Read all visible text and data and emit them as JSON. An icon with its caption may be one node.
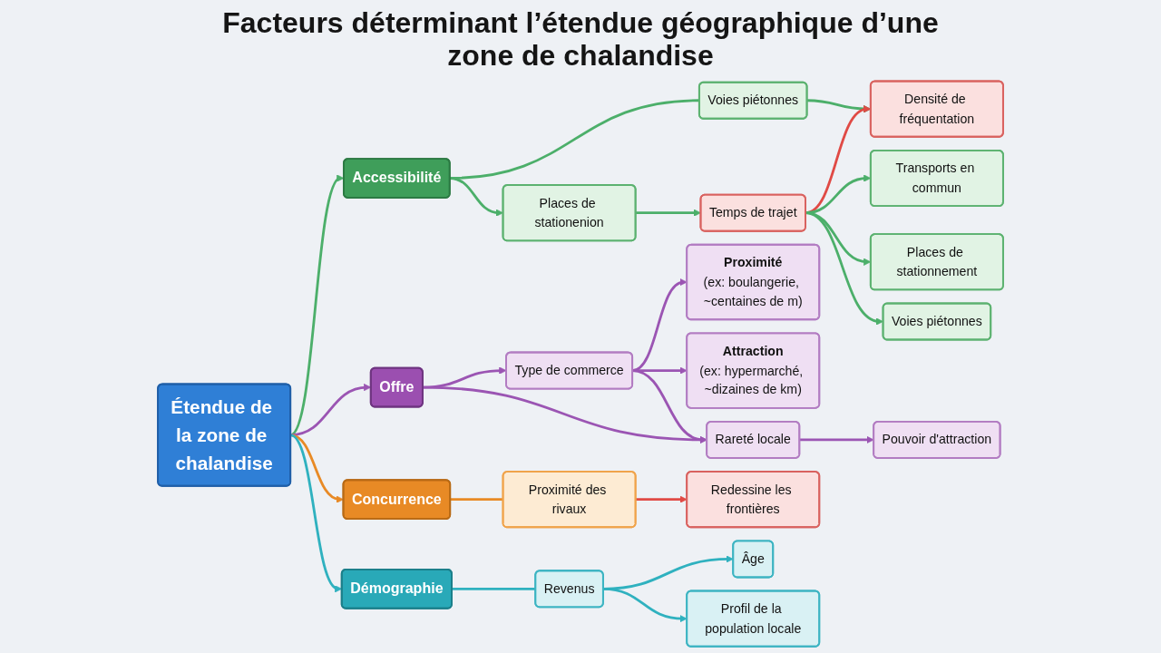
{
  "diagram": {
    "title": "Facteurs déterminant l’étendue géographique d’une zone de chalandise",
    "nodes": [
      {
        "text": [
          "Accessibilité"
        ]
      },
      {
        "text": [
          "Offre"
        ]
      },
      {
        "text": [
          "Transports en commun"
        ]
      },
      {
        "text": [
          "Places de stationenion"
        ]
      },
      {
        "text": [
          "Voies piétonnes"
        ]
      },
      {
        "text": [
          "Type de commerce"
        ]
      },
      {
        "text": [
          "Proximité",
          "(ex: boulangerie, ~centaines de m)"
        ]
      },
      {
        "text": [
          "Attraction",
          "(ex: hypermarché, ~dizaines de km)"
        ]
      },
      {
        "text": [
          "Places de stationnement"
        ]
      },
      {
        "text": [
          "Temps de trajet"
        ]
      },
      {
        "text": [
          "Densité de fréquentation"
        ]
      },
      {
        "text": [
          "Étendue de la zone de chalandise"
        ]
      },
      {
        "text": [
          "Rareté locale"
        ]
      },
      {
        "text": [
          "Pouvoir d'attraction"
        ]
      },
      {
        "text": [
          "Voies piétonnes"
        ]
      },
      {
        "text": [
          "Concurrence"
        ]
      },
      {
        "text": [
          "Démographie"
        ]
      },
      {
        "text": [
          "Redessine les frontières"
        ]
      },
      {
        "text": [
          "Proximité des rivaux"
        ]
      },
      {
        "text": [
          "Revenus"
        ]
      },
      {
        "text": [
          "Âge"
        ]
      },
      {
        "text": [
          "Profil de la population locale"
        ]
      }
    ],
    "edges": [
      {
        "from": 11,
        "to": 0,
        "arrow": "to"
      },
      {
        "from": 0,
        "to": 3,
        "arrow": "to"
      },
      {
        "from": 0,
        "to": 4,
        "arrow": "none"
      },
      {
        "from": 3,
        "to": 9,
        "arrow": "to"
      },
      {
        "from": 4,
        "to": 10,
        "arrow": "to"
      },
      {
        "from": 9,
        "to": 10,
        "arrow": "to",
        "color": "#e04a45"
      },
      {
        "from": 9,
        "to": 2,
        "arrow": "to"
      },
      {
        "from": 9,
        "to": 8,
        "arrow": "to"
      },
      {
        "from": 9,
        "to": 14,
        "arrow": "to"
      },
      {
        "from": 11,
        "to": 1,
        "arrow": "to",
        "color": "#9b55b3"
      },
      {
        "from": 1,
        "to": 5,
        "arrow": "to",
        "color": "#9b55b3"
      },
      {
        "from": 1,
        "to": 12,
        "arrow": "to",
        "color": "#9b55b3"
      },
      {
        "from": 5,
        "to": 12,
        "arrow": "to",
        "color": "#9b55b3"
      },
      {
        "from": 5,
        "to": 6,
        "arrow": "to",
        "color": "#9b55b3"
      },
      {
        "from": 5,
        "to": 7,
        "arrow": "to",
        "color": "#9b55b3"
      },
      {
        "from": 12,
        "to": 13,
        "arrow": "to",
        "color": "#9b55b3"
      },
      {
        "from": 11,
        "to": 15,
        "arrow": "to",
        "color": "#e88a25"
      },
      {
        "from": 15,
        "to": 18,
        "arrow": "none",
        "color": "#e88a25"
      },
      {
        "from": 18,
        "to": 17,
        "arrow": "to",
        "color": "#e04a45"
      },
      {
        "from": 11,
        "to": 16,
        "arrow": "to",
        "color": "#2fb1bf"
      },
      {
        "from": 16,
        "to": 19,
        "arrow": "none",
        "color": "#2fb1bf"
      },
      {
        "from": 19,
        "to": 20,
        "arrow": "to",
        "color": "#2fb1bf"
      },
      {
        "from": 19,
        "to": 21,
        "arrow": "to",
        "color": "#2fb1bf"
      }
    ]
  }
}
